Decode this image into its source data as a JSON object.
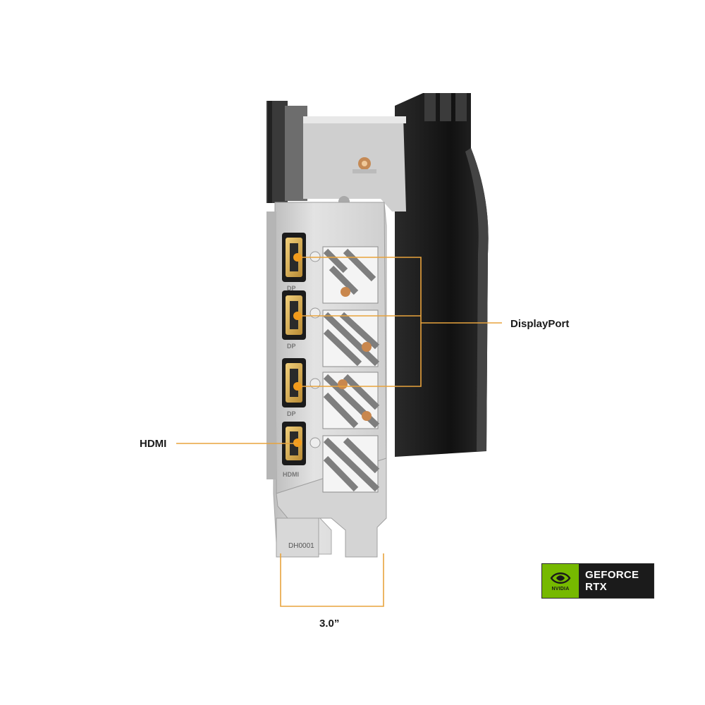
{
  "callouts": {
    "displayport": "DisplayPort",
    "hdmi": "HDMI",
    "bracket_width": "3.0”"
  },
  "bracket": {
    "port_labels": [
      "DP",
      "DP",
      "DP",
      "HDMI"
    ],
    "model_code": "DH0001"
  },
  "badge": {
    "brand": "NVIDIA",
    "line1": "GEFORCE",
    "line2": "RTX"
  },
  "colors": {
    "callout_orange": "#e8a33d",
    "port_gold": "#d8a648",
    "nvidia_green": "#76b900",
    "badge_dark": "#1b1b1b",
    "heatsink_black": "#1e1e1e",
    "bracket_silver": "#d2d2d2"
  }
}
